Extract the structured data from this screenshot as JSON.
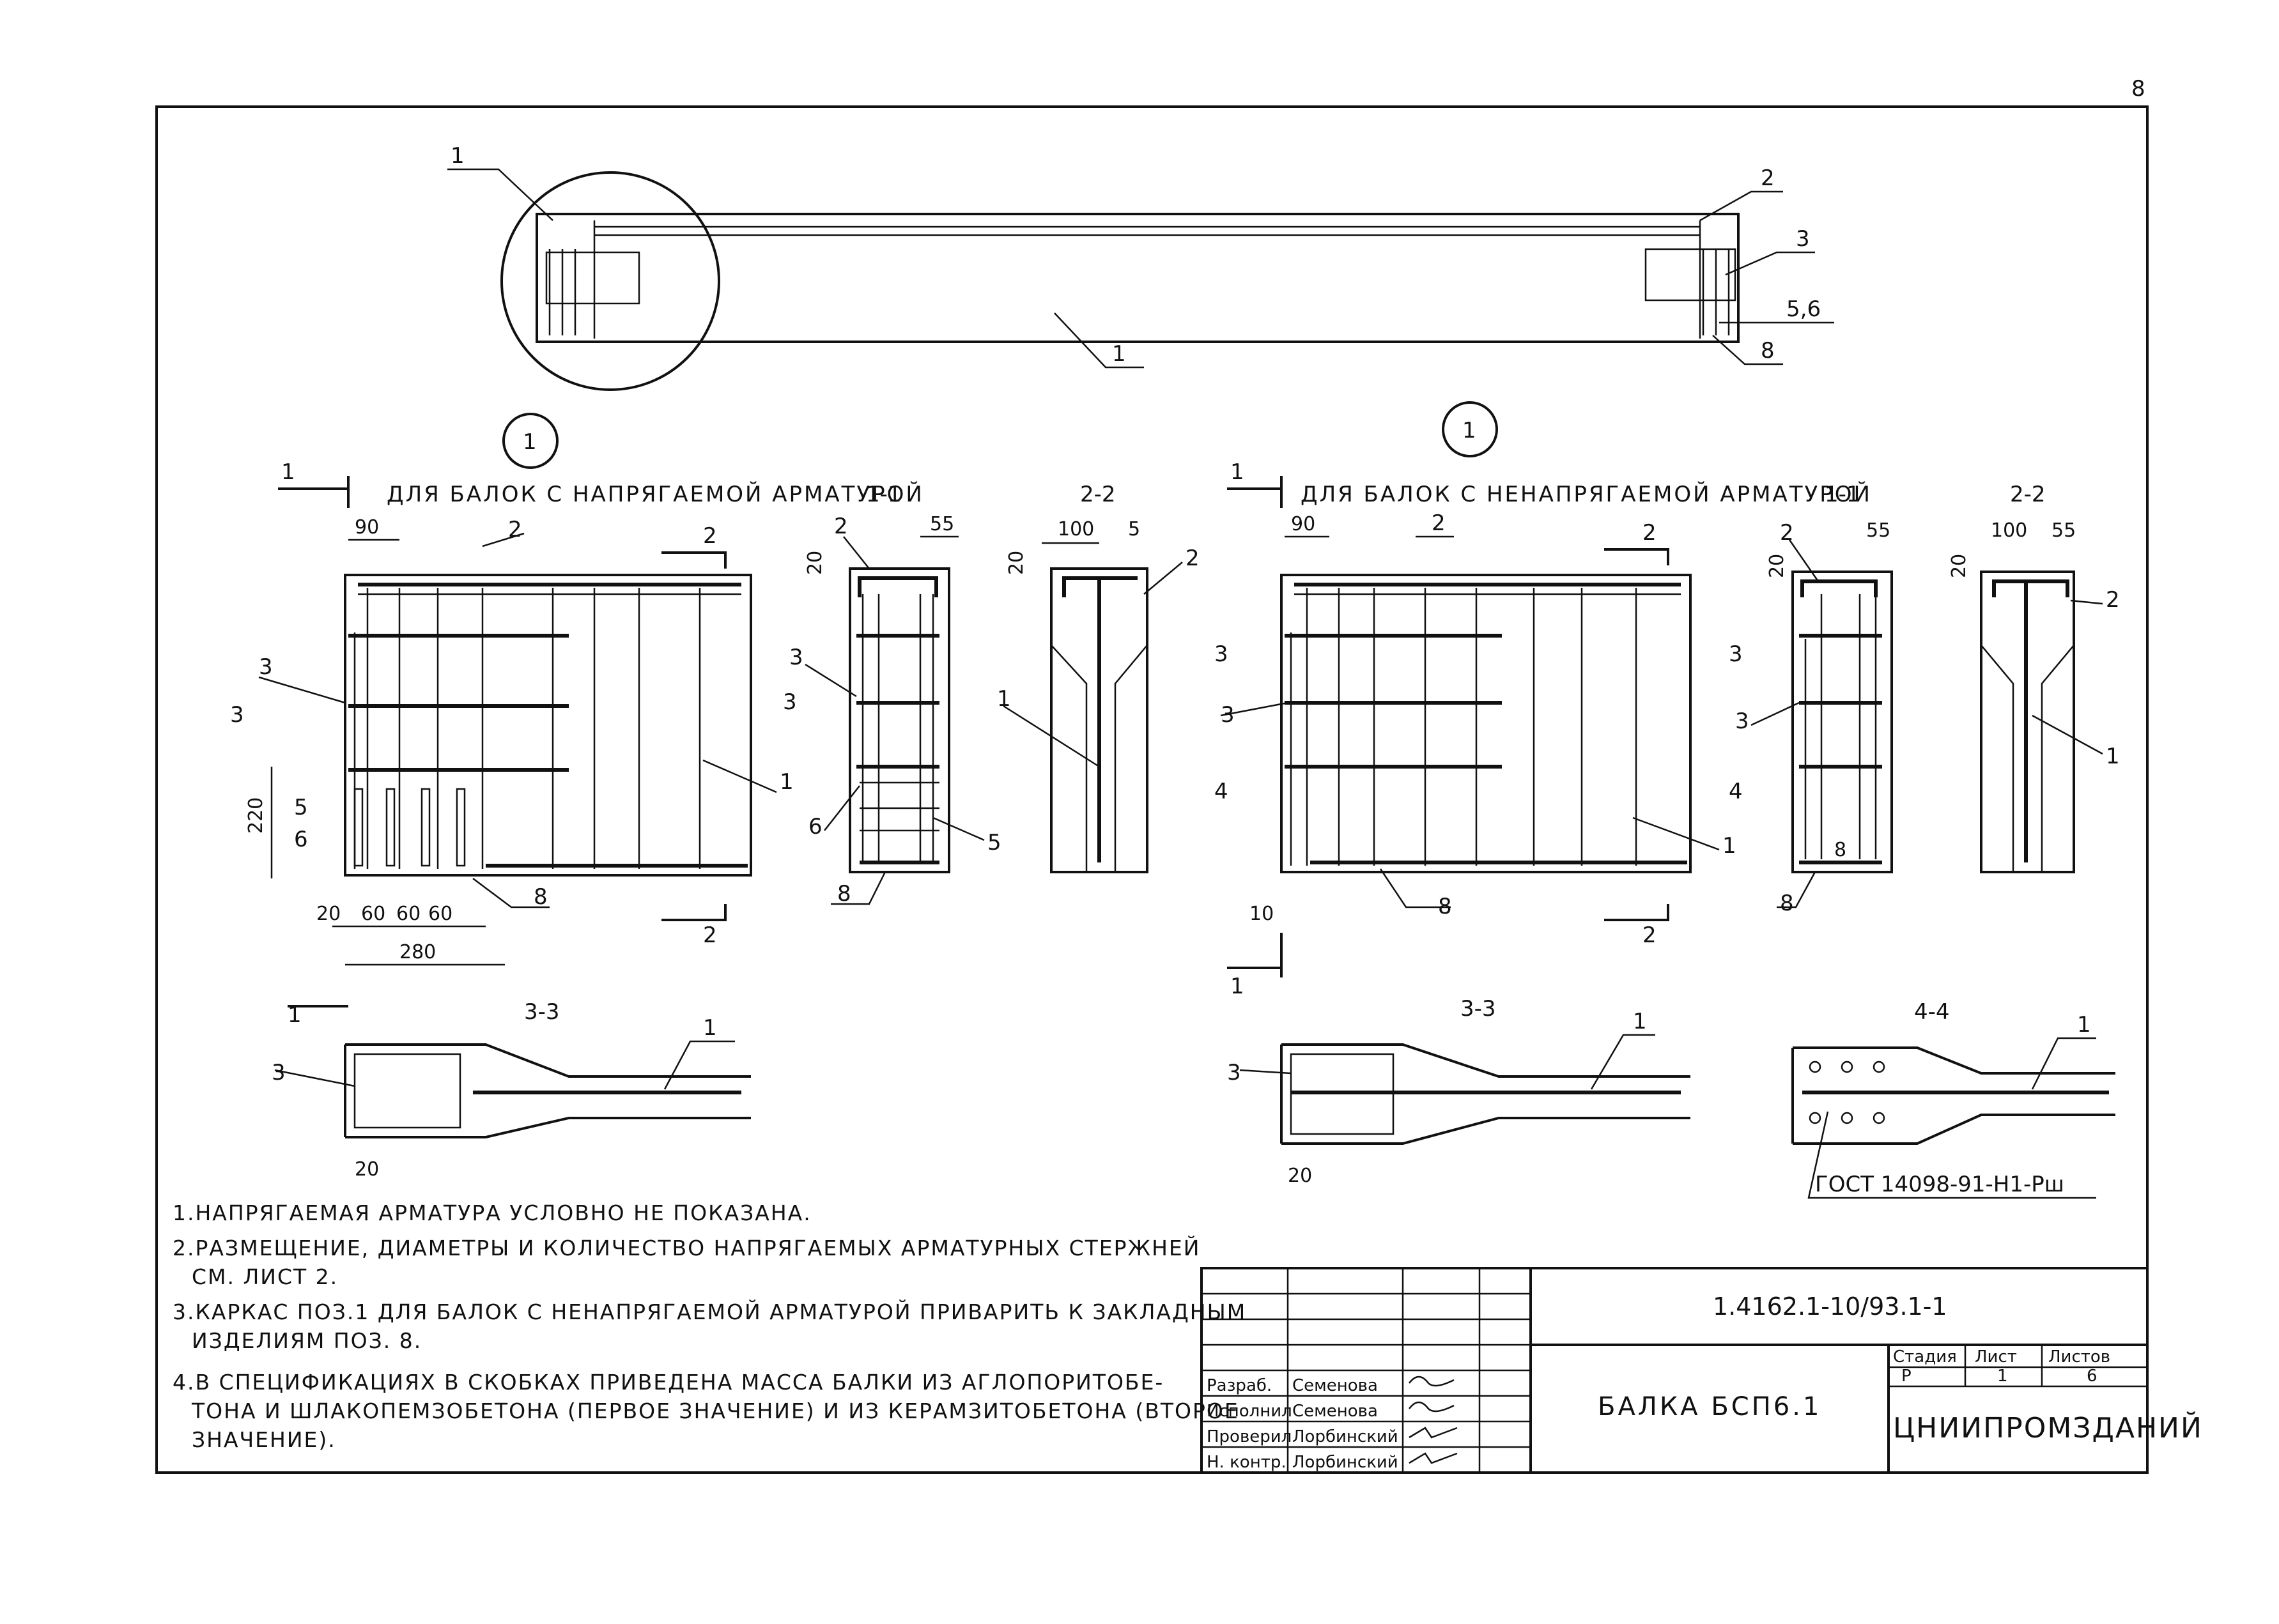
{
  "sheet": {
    "page_number": "8"
  },
  "views": {
    "detail_marker": "1",
    "left": {
      "caption": "ДЛЯ БАЛОК С НАПРЯГАЕМОЙ АРМАТУРОЙ",
      "dims": {
        "d90": "90",
        "d220": "220",
        "d280": "280",
        "d20": "20",
        "d60a": "60",
        "d60b": "60",
        "d60c": "60"
      }
    },
    "right": {
      "caption": "ДЛЯ БАЛОК С НЕНАПРЯГАЕМОЙ АРМАТУРОЙ",
      "dims": {
        "d90": "90",
        "d10": "10"
      }
    },
    "sections": {
      "s11": "1-1",
      "s22": "2-2",
      "s33": "3-3",
      "s44": "4-4",
      "d55": "55",
      "d100": "100",
      "d5": "5",
      "d20": "20"
    },
    "labels": {
      "p1": "1",
      "p2": "2",
      "p3": "3",
      "p4": "4",
      "p5": "5",
      "p6": "6",
      "p8": "8",
      "p56": "5,6"
    },
    "gost": "ГОСТ 14098-91-Н1-Рш"
  },
  "notes": [
    "1.НАПРЯГАЕМАЯ АРМАТУРА УСЛОВНО НЕ ПОКАЗАНА.",
    "2.РАЗМЕЩЕНИЕ, ДИАМЕТРЫ И КОЛИЧЕСТВО НАПРЯГАЕМЫХ АРМАТУРНЫХ СТЕРЖНЕЙ",
    "СМ. ЛИСТ 2.",
    "3.КАРКАС ПОЗ.1 ДЛЯ БАЛОК С НЕНАПРЯГАЕМОЙ АРМАТУРОЙ ПРИВАРИТЬ К ЗАКЛАДНЫМ",
    "ИЗДЕЛИЯМ ПОЗ. 8.",
    "4.В СПЕЦИФИКАЦИЯХ В СКОБКАХ ПРИВЕДЕНА МАССА БАЛКИ ИЗ АГЛОПОРИТОБЕ-",
    "ТОНА И ШЛАКОПЕМЗОБЕТОНА (ПЕРВОЕ ЗНАЧЕНИЕ) И ИЗ КЕРАМЗИТОБЕТОНА (ВТОРОЕ",
    "ЗНАЧЕНИЕ)."
  ],
  "title_block": {
    "doc_code": "1.4162.1-10/93.1-1",
    "title": "БАЛКА БСП6.1",
    "stage_header": "Стадия",
    "sheet_header": "Лист",
    "sheets_header": "Листов",
    "stage": "Р",
    "sheet": "1",
    "sheets": "6",
    "org": "ЦНИИПРОМЗДАНИЙ",
    "rows": [
      {
        "role": "Разраб.",
        "name": "Семенова"
      },
      {
        "role": "Исполнил",
        "name": "Семенова"
      },
      {
        "role": "Проверил",
        "name": "Лорбинский"
      },
      {
        "role": "Н. контр.",
        "name": "Лорбинский"
      }
    ]
  }
}
